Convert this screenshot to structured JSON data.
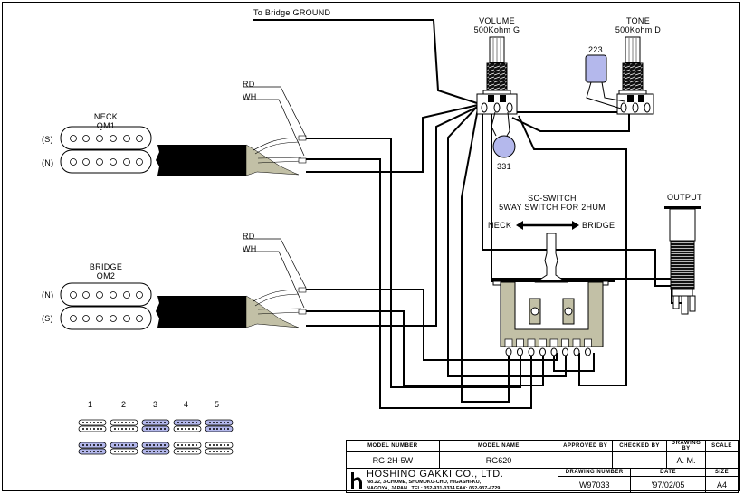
{
  "diagram": {
    "title_labels": {
      "bridge_ground": "To Bridge GROUND",
      "volume": "VOLUME",
      "volume_spec": "500Kohm G",
      "tone": "TONE",
      "tone_spec": "500Kohm D",
      "tone_cap": "223",
      "volume_cap": "331",
      "output": "OUTPUT",
      "switch_title": "SC-SWITCH",
      "switch_subtitle": "5WAY SWITCH FOR 2HUM",
      "switch_left": "NECK",
      "switch_right": "BRIDGE"
    },
    "pickups": [
      {
        "name": "NECK",
        "model": "QM1",
        "coil_top": "(S)",
        "coil_bottom": "(N)",
        "wires": [
          "RD",
          "WH"
        ]
      },
      {
        "name": "BRIDGE",
        "model": "QM2",
        "coil_top": "(N)",
        "coil_bottom": "(S)",
        "wires": [
          "RD",
          "WH"
        ]
      }
    ],
    "positions": [
      "1",
      "2",
      "3",
      "4",
      "5"
    ],
    "colors": {
      "wire": "#000000",
      "shield": "#c2c0a6",
      "capacitor": "#b4b8ec",
      "switch_body": "#c2c0a6"
    }
  },
  "title_block": {
    "headers": {
      "model_number": "MODEL NUMBER",
      "model_name": "MODEL NAME",
      "approved_by": "APPROVED BY",
      "checked_by": "CHECKED BY",
      "drawing_by": "DRAWING BY",
      "scale": "SCALE",
      "drawing_number": "DRAWING NUMBER",
      "date": "DATE",
      "size": "SIZE"
    },
    "values": {
      "model_number": "RG-2H-5W",
      "model_name": "RG620",
      "approved_by": "",
      "checked_by": "",
      "drawing_by": "A. M.",
      "scale": "",
      "drawing_number": "W97033",
      "date": "'97/02/05",
      "size": "A4"
    },
    "company": {
      "name": "HOSHINO GAKKI CO., LTD.",
      "address1": "No.22, 3-CHOME, SHUMOKU-CHO, HIGASHI-KU,",
      "address2": "NAGOYA, JAPAN",
      "phone": "TEL: 052-931-0334  FAX: 052-937-4729"
    }
  }
}
